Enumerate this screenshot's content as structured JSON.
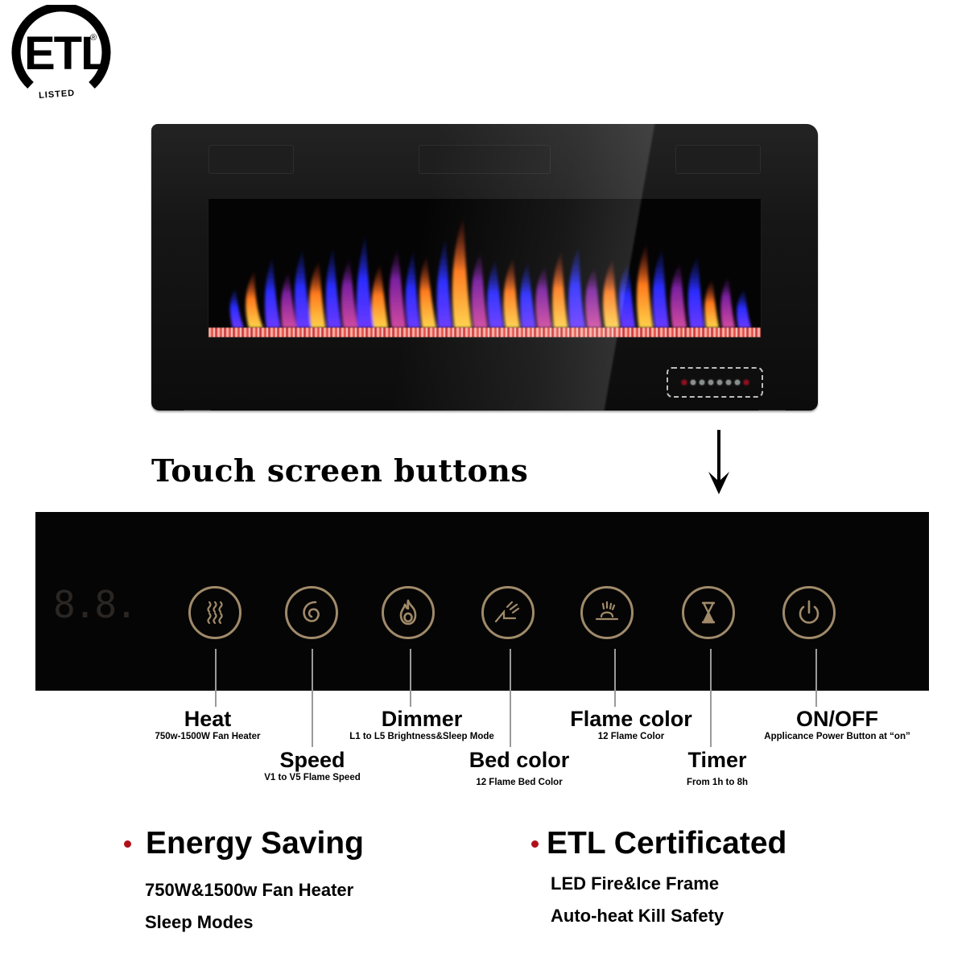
{
  "logo": {
    "mark": "ETL",
    "registered": "®",
    "subtext": "LISTED"
  },
  "product": {
    "name": "electric-fireplace",
    "control_indicators": {
      "leds": [
        "red",
        "gray",
        "gray",
        "gray",
        "gray",
        "gray",
        "gray",
        "red"
      ]
    }
  },
  "section_title": "Touch screen buttons",
  "panel": {
    "display_digits": "8.8.",
    "buttons": [
      {
        "id": "heat",
        "icon": "heat-waves-icon",
        "label": "Heat",
        "description": "750w-1500W Fan Heater"
      },
      {
        "id": "speed",
        "icon": "spiral-icon",
        "label": "Speed",
        "description": "V1 to V5 Flame Speed"
      },
      {
        "id": "dimmer",
        "icon": "flame-icon",
        "label": "Dimmer",
        "description": "L1 to L5 Brightness&Sleep Mode"
      },
      {
        "id": "bed-color",
        "icon": "ember-bed-icon",
        "label": "Bed color",
        "description": "12 Flame Bed Color"
      },
      {
        "id": "flame-color",
        "icon": "flame-light-icon",
        "label": "Flame color",
        "description": "12 Flame Color"
      },
      {
        "id": "timer",
        "icon": "hourglass-icon",
        "label": "Timer",
        "description": "From 1h to 8h"
      },
      {
        "id": "on-off",
        "icon": "power-icon",
        "label": "ON/OFF",
        "description": "Applicance Power Button at “on”"
      }
    ]
  },
  "features": [
    {
      "title": "Energy Saving",
      "lines": [
        "750W&1500w Fan Heater",
        "Sleep Modes"
      ]
    },
    {
      "title": "ETL Certificated",
      "lines": [
        "LED Fire&Ice Frame",
        "Auto-heat Kill Safety"
      ]
    }
  ],
  "colors": {
    "panel_bg": "#050505",
    "button_ring": "#a08a6a",
    "bullet": "#b0101a",
    "ember": "#e24f4a"
  }
}
